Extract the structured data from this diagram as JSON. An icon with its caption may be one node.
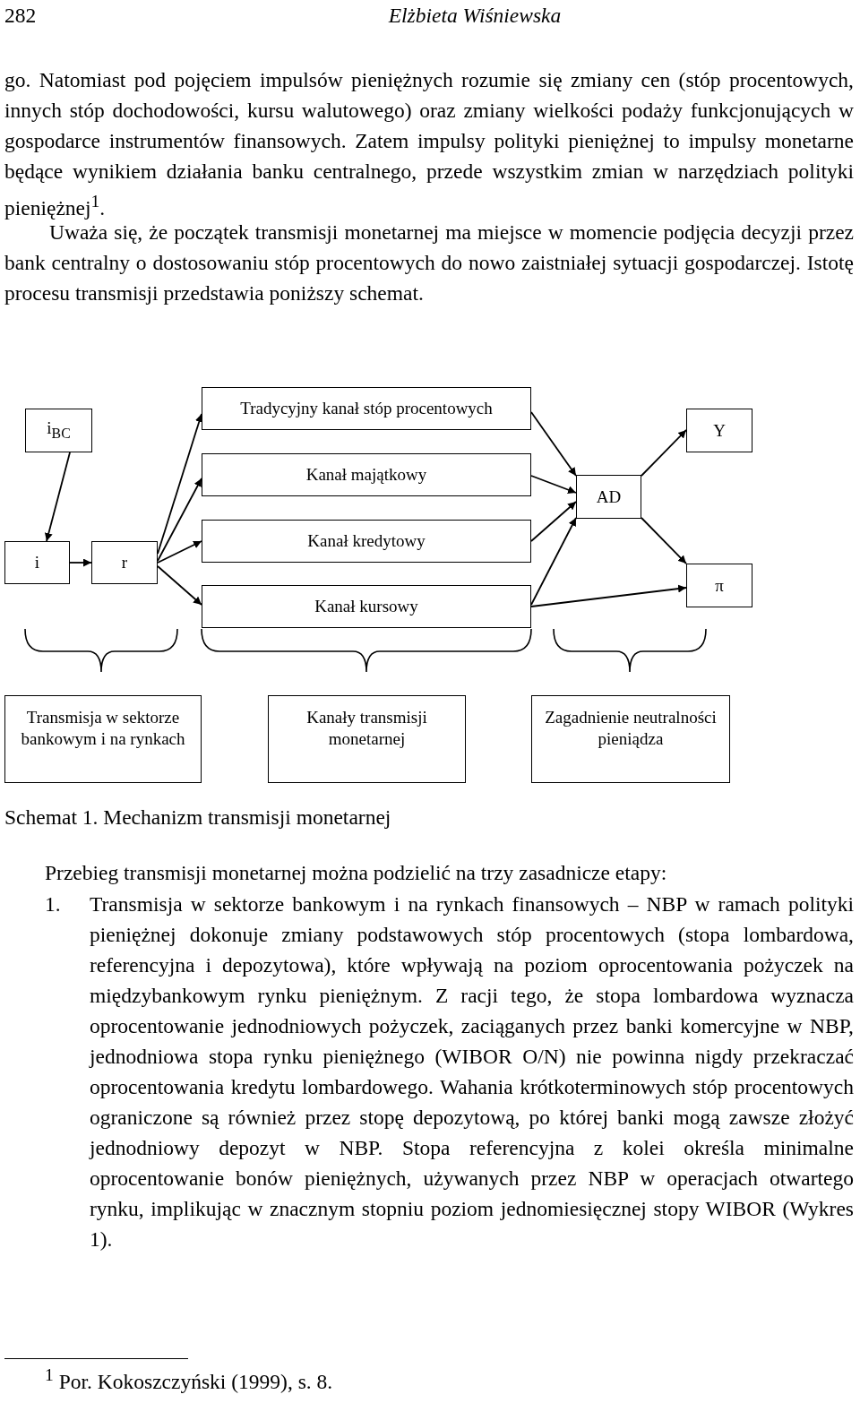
{
  "diagram": {
    "caption": "Schemat 1. Mechanizm transmisji monetarnej",
    "nodes": [
      {
        "text": [
          "i$_{BC}$"
        ]
      },
      {
        "text": [
          "i"
        ]
      },
      {
        "text": [
          "r"
        ]
      },
      {
        "text": [
          "Tradycyjny kanał stóp procentowych"
        ]
      },
      {
        "text": [
          "Kanał majątkowy"
        ]
      },
      {
        "text": [
          "Kanał kredytowy"
        ]
      },
      {
        "text": [
          "Kanał kursowy"
        ]
      },
      {
        "text": [
          "AD"
        ]
      },
      {
        "text": [
          "Y"
        ]
      },
      {
        "text": [
          "π"
        ]
      },
      {
        "text": [
          "Transmisja w sektorze bankowym i na rynkach"
        ]
      },
      {
        "text": [
          "Kanały transmisji monetarnej"
        ]
      },
      {
        "text": [
          "Zagadnienie neutralności pieniądza"
        ]
      }
    ],
    "edges": [
      {
        "from": 0,
        "to": 1,
        "arrow": "to"
      },
      {
        "from": 1,
        "to": 2,
        "arrow": "to"
      },
      {
        "from": 2,
        "to": 3,
        "arrow": "to"
      },
      {
        "from": 2,
        "to": 4,
        "arrow": "to"
      },
      {
        "from": 2,
        "to": 5,
        "arrow": "to"
      },
      {
        "from": 2,
        "to": 6,
        "arrow": "to"
      },
      {
        "from": 3,
        "to": 7,
        "arrow": "to"
      },
      {
        "from": 4,
        "to": 7,
        "arrow": "to"
      },
      {
        "from": 5,
        "to": 7,
        "arrow": "to"
      },
      {
        "from": 6,
        "to": 7,
        "arrow": "to"
      },
      {
        "from": 6,
        "to": 9,
        "arrow": "to"
      },
      {
        "from": 7,
        "to": 8,
        "arrow": "to"
      },
      {
        "from": 7,
        "to": 9,
        "arrow": "to"
      }
    ],
    "labels": [
      "282",
      "Elżbieta Wiśniewska",
      "go. Natomiast pod pojęciem impulsów pieniężnych rozumie się zmiany cen (stóp procentowych, innych stóp dochodowości, kursu walutowego) oraz zmiany wielkości podaży funkcjonujących w gospodarce instrumentów finansowych. Zatem impulsy polityki pieniężnej to impulsy monetarne będące wynikiem działania banku centralnego, przede wszystkim zmian w narzędziach polityki pieniężnej$^{1}$.",
      "Uważa się, że początek transmisji monetarnej ma miejsce w momencie podjęcia decyzji przez bank centralny o dostosowaniu stóp procentowych do nowo zaistniałej sytuacji gospodarczej. Istotę procesu transmisji przedstawia poniższy schemat.",
      "Przebieg transmisji monetarnej można podzielić na trzy zasadnicze etapy:",
      "1.",
      "Transmisja w sektorze bankowym i na rynkach finansowych – NBP w ramach polityki pieniężnej dokonuje zmiany podstawowych stóp procentowych (stopa lombardowa, referencyjna i depozytowa), które wpływają na poziom oprocentowania pożyczek na międzybankowym rynku pieniężnym. Z racji tego, że stopa lombardowa wyznacza oprocentowanie jednodniowych pożyczek, zaciąganych przez banki komercyjne w NBP, jednodniowa stopa rynku pieniężnego (WIBOR O/N) nie powinna nigdy przekraczać oprocentowania kredytu lombardowego. Wahania krótkoterminowych stóp procentowych ograniczone są również przez stopę depozytową, po której banki mogą zawsze złożyć jednodniowy depozyt w NBP. Stopa referencyjna z kolei określa minimalne oprocentowanie bonów pieniężnych, używanych przez NBP w operacjach otwartego rynku, implikując w znacznym stopniu poziom jednomiesięcznej stopy WIBOR (Wykres 1).",
      "$^{1}$ Por. Kokoszczyński (1999), s. 8."
    ]
  }
}
